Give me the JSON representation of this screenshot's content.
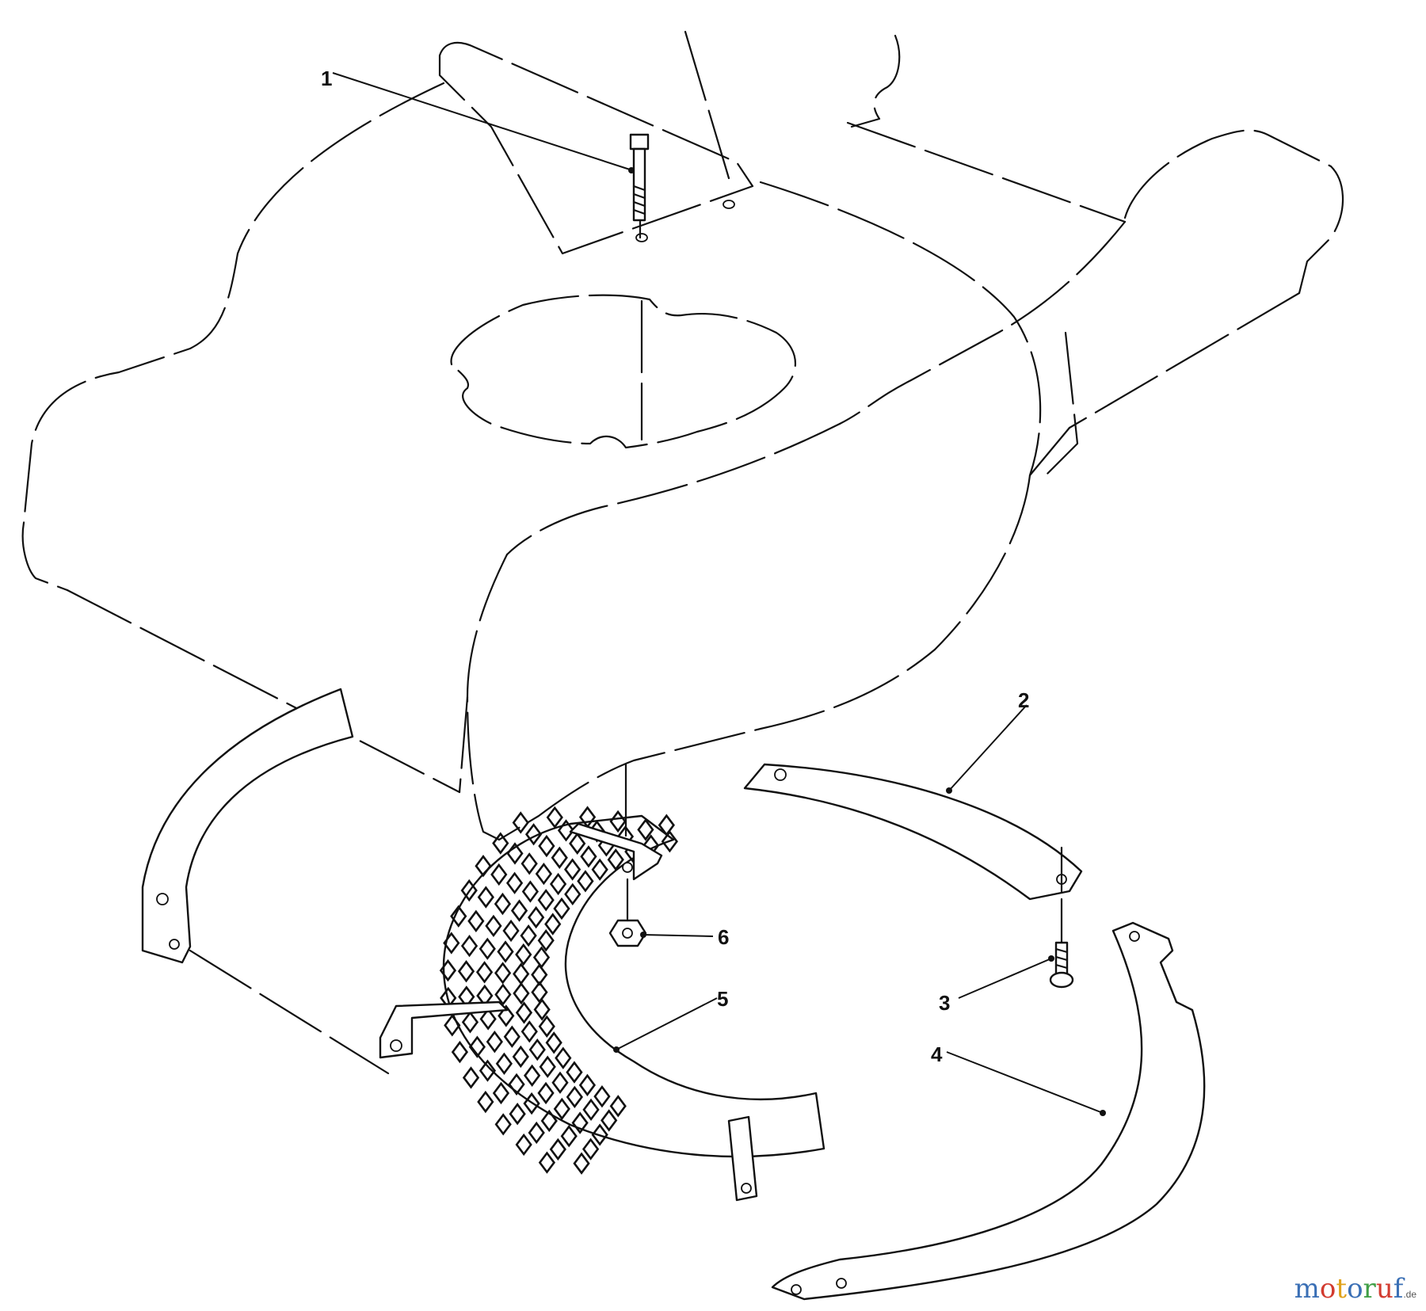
{
  "callouts": {
    "c1": "1",
    "c2": "2",
    "c3": "3",
    "c4": "4",
    "c5": "5",
    "c6": "6"
  },
  "watermark": {
    "letters": [
      "m",
      "o",
      "t",
      "o",
      "r",
      "u",
      "f"
    ],
    "colors": [
      "#3a6fb5",
      "#d23b2f",
      "#e0a21b",
      "#3a6fb5",
      "#3f9e45",
      "#d23b2f",
      "#3a6fb5"
    ],
    "tld": ".de"
  }
}
